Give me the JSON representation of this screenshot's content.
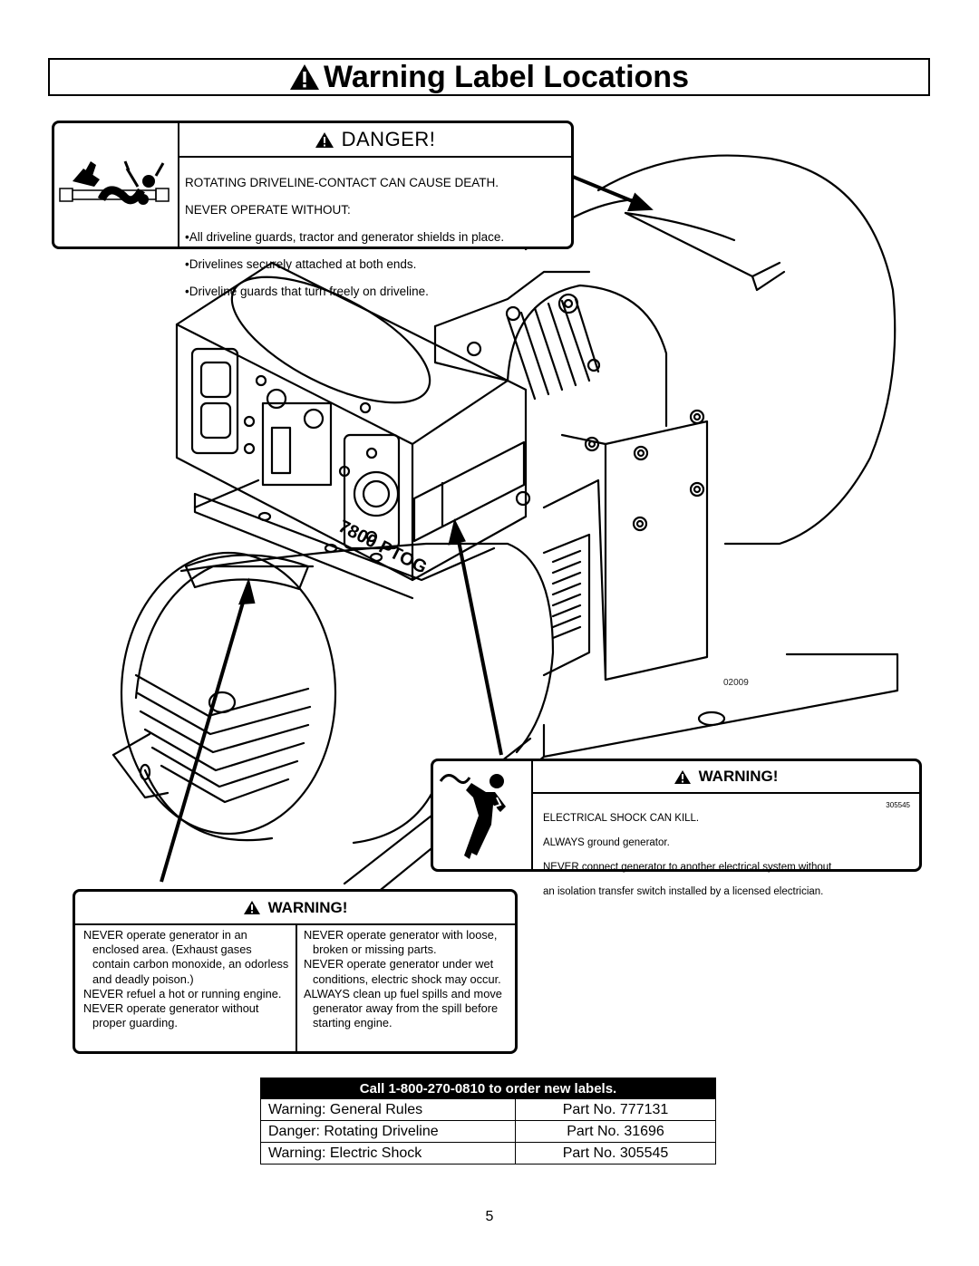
{
  "title": "Warning Label Locations",
  "danger_label": {
    "heading": "DANGER!",
    "lines": [
      "ROTATING DRIVELINE-CONTACT CAN CAUSE DEATH.",
      "NEVER OPERATE WITHOUT:",
      "•All driveline guards, tractor and generator shields in place.",
      "•Drivelines securely attached at both ends.",
      "•Driveline guards that turn freely on driveline."
    ]
  },
  "generator_drawing": {
    "model_text": "7800 PTOG",
    "drawing_code": "02009"
  },
  "shock_label": {
    "heading": "WARNING!",
    "part_code": "305545",
    "lines": [
      "ELECTRICAL SHOCK CAN KILL.",
      "ALWAYS ground generator.",
      "NEVER connect generator to another electrical system without",
      "an isolation transfer switch installed by a licensed electrician."
    ]
  },
  "general_label": {
    "heading": "WARNING!",
    "left_column": [
      "NEVER operate generator in an enclosed area. (Exhaust gases contain carbon monoxide, an odorless and deadly poison.)",
      "NEVER refuel a hot or running engine.",
      "NEVER operate generator without proper guarding."
    ],
    "right_column": [
      "NEVER operate generator with loose, broken or missing parts.",
      "NEVER operate generator under wet conditions, electric shock may occur.",
      "ALWAYS clean up fuel spills and move generator away from the spill before starting engine."
    ]
  },
  "parts_table": {
    "header": "Call 1-800-270-0810 to order new labels.",
    "rows": [
      {
        "name": "Warning: General Rules",
        "part": "Part No. 777131"
      },
      {
        "name": "Danger: Rotating Driveline",
        "part": "Part No. 31696"
      },
      {
        "name": "Warning: Electric Shock",
        "part": "Part No. 305545"
      }
    ]
  },
  "page_number": "5"
}
